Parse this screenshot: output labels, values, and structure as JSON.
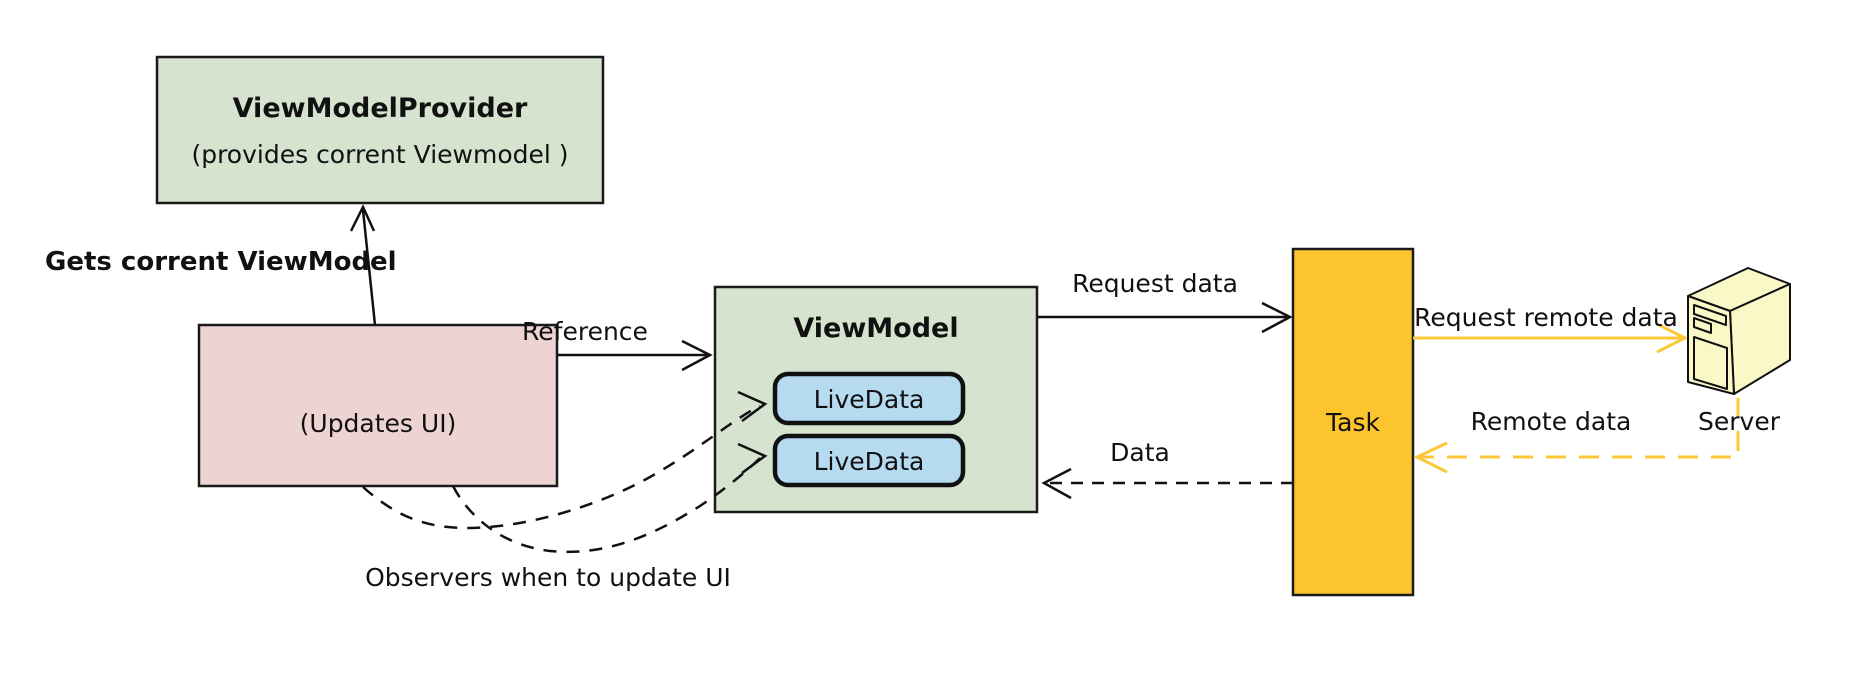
{
  "diagram": {
    "provider": {
      "title": "ViewModelProvider",
      "subtitle": "(provides corrent Viewmodel )"
    },
    "gets_viewmodel_label": "Gets corrent ViewModel",
    "activity": {
      "label": "(Updates UI)"
    },
    "viewmodel": {
      "title": "ViewModel",
      "livedata": [
        "LiveData",
        "LiveData"
      ]
    },
    "task": {
      "label": "Task"
    },
    "server": {
      "label": "Server"
    },
    "edges": {
      "reference": "Reference",
      "request_data": "Request data",
      "data": "Data",
      "request_remote_data": "Request remote data",
      "remote_data": "Remote data",
      "observers": "Observers when to update UI"
    },
    "colors": {
      "box_green": "#d6e3cf",
      "box_pink": "#edd3d2",
      "box_blue": "#b6dbf1",
      "box_orange": "#fcc42d",
      "arrow_yellow": "#fcc838",
      "server_yellow": "#f9f8c6",
      "line_black": "#111111"
    }
  }
}
